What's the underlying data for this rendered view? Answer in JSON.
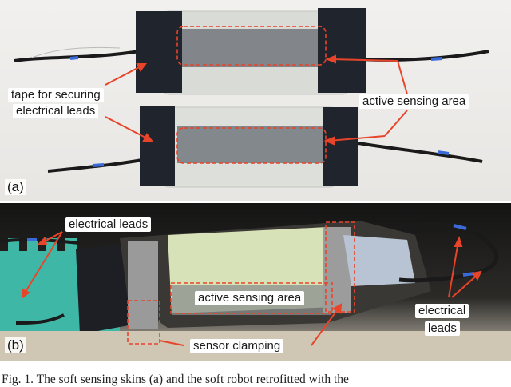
{
  "panel_a": {
    "letter": "(a)",
    "label_tape": [
      "tape for securing",
      "electrical leads"
    ],
    "label_active": "active sensing area"
  },
  "panel_b": {
    "letter": "(b)",
    "label_leads_top": "electrical leads",
    "label_active": "active sensing area",
    "label_leads_right": [
      "electrical",
      "leads"
    ],
    "label_clamping": "sensor clamping"
  },
  "caption": "Fig. 1.   The soft sensing skins (a) and the soft robot retrofitted with the"
}
